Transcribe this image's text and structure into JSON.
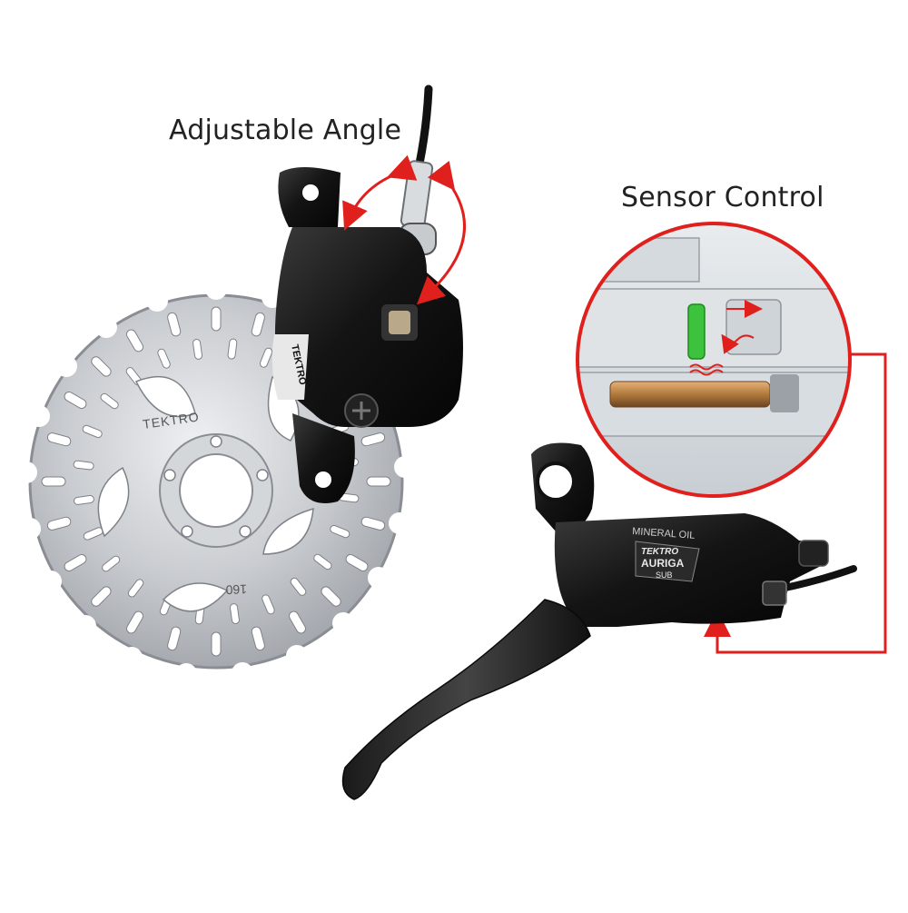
{
  "labels": {
    "adjustable_angle": "Adjustable Angle",
    "sensor_control": "Sensor Control"
  },
  "rotor": {
    "brand": "TEKTRO",
    "size": "160"
  },
  "lever": {
    "fluid": "MINERAL OIL",
    "brand": "TEKTRO",
    "model": "AURIGA",
    "sub": "SUB"
  },
  "caliper": {
    "brand": "TEKTRO"
  },
  "colors": {
    "callout_red": "#e0201c",
    "anodized_black": "#141414",
    "steel": "#c9ccd0",
    "sensor_green": "#3cc23c",
    "copper_rod": "#b07a3c"
  }
}
